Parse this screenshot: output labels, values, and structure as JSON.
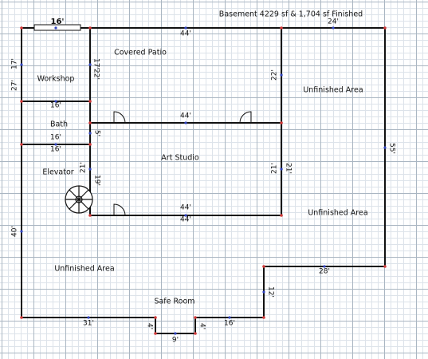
{
  "title": "Basement 4229 sf & 1,704 sf Finished",
  "colors": {
    "wall": "#111111",
    "joint": "#d33a3a",
    "node": "#3346c2",
    "grid_major": "#aab6c2",
    "grid_minor": "#dde3ea"
  },
  "rooms": {
    "covered_patio": "Covered Patio",
    "workshop": "Workshop",
    "bath": "Bath",
    "elevator": "Elevator",
    "art_studio": "Art Studio",
    "unfinished_ne": "Unfinished Area",
    "unfinished_e": "Unfinished Area",
    "unfinished_sw": "Unfinished Area",
    "safe_room": "Safe Room"
  },
  "dimensions": {
    "top_left": "16'",
    "top_patio": "44'",
    "top_right": "24'",
    "left_upper": "17'",
    "left_workshop": "27'",
    "patio_left": "17'",
    "patio_left_b": "22'",
    "patio_right": "22'",
    "workshop_bottom": "16'",
    "studio_top_a": "44'",
    "bath_bottom": "16'",
    "bath_right": "5'",
    "elevator_right": "21'",
    "stair_right": "19'",
    "studio_right_a": "21'",
    "studio_right_b": "21'",
    "studio_bottom_a": "44'",
    "studio_bottom_b": "44'",
    "left_lower": "40'",
    "right_outer": "55'",
    "notch_bottom": "28'",
    "notch_side": "12'",
    "bottom_left": "31'",
    "bottom_right": "16'",
    "step_left": "4'",
    "step_right": "4'",
    "step_bottom": "9'"
  }
}
